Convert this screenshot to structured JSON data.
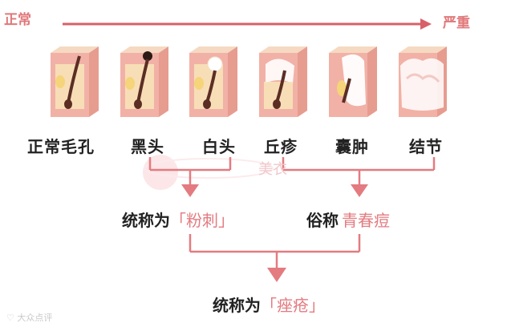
{
  "scale": {
    "left": "正常",
    "right": "严重"
  },
  "stages": [
    {
      "label": "正常毛孔",
      "kind": "normal"
    },
    {
      "label": "黑头",
      "kind": "blackhead"
    },
    {
      "label": "白头",
      "kind": "whitehead"
    },
    {
      "label": "丘疹",
      "kind": "papule"
    },
    {
      "label": "囊肿",
      "kind": "cyst"
    },
    {
      "label": "结节",
      "kind": "nodule"
    }
  ],
  "group_fenci": {
    "prefix": "统称为",
    "term": "「粉刺」"
  },
  "group_qcd": {
    "prefix": "俗称",
    "term": "青春痘"
  },
  "group_final": {
    "prefix": "统称为",
    "term": "「痤疮」"
  },
  "watermark": "美衣",
  "credit": "大众点评",
  "colors": {
    "accent": "#e37b80",
    "skin_top": "#f6d9c2",
    "skin_body": "#f2b1a6"
  }
}
